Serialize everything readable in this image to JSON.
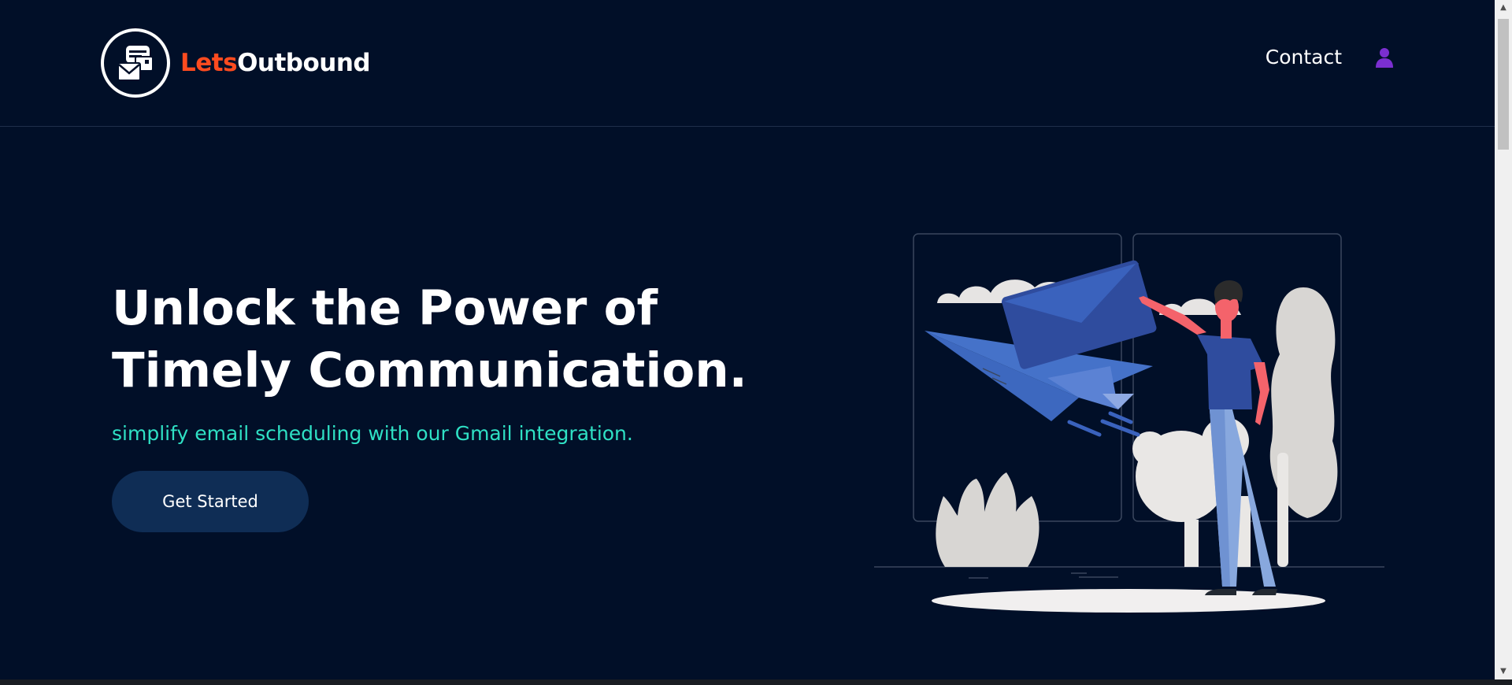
{
  "brand": {
    "name_part1": "Lets",
    "name_part2": "Outbound",
    "accent_color": "#ff4b1f"
  },
  "nav": {
    "contact_label": "Contact",
    "account_icon": "user-icon"
  },
  "hero": {
    "title": "Unlock the Power of Timely Communication.",
    "subtitle": "simplify email scheduling with our Gmail integration.",
    "subtitle_color": "#2fe0c4",
    "cta_label": "Get Started"
  },
  "theme": {
    "background": "#010f28",
    "button_bg": "#0f2d55"
  },
  "illustration": {
    "name": "man-sending-paper-plane-illustration"
  }
}
